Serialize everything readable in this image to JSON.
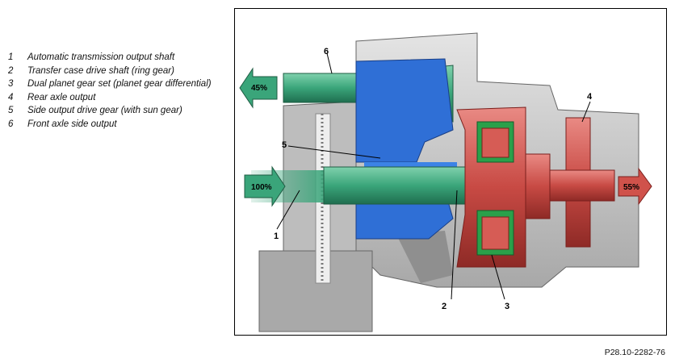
{
  "legend": {
    "items": [
      {
        "num": "1",
        "text": "Automatic transmission output shaft"
      },
      {
        "num": "2",
        "text": "Transfer case drive shaft (ring gear)"
      },
      {
        "num": "3",
        "text": "Dual planet gear set (planet gear differential)"
      },
      {
        "num": "4",
        "text": "Rear axle output"
      },
      {
        "num": "5",
        "text": "Side output drive gear (with sun gear)"
      },
      {
        "num": "6",
        "text": "Front axle side output"
      }
    ]
  },
  "diagram": {
    "callouts": [
      "1",
      "2",
      "3",
      "4",
      "5",
      "6"
    ],
    "flow": {
      "input_percent": "100%",
      "front_percent": "45%",
      "rear_percent": "55%"
    },
    "colors": {
      "shaft_green": "#3aa57a",
      "carrier_blue": "#2f6fd6",
      "housing_red": "#c84a44",
      "planet_green": "#2aa04a",
      "housing_grey": "#c9c9c9"
    }
  },
  "figure_ref": "P28.10-2282-76"
}
